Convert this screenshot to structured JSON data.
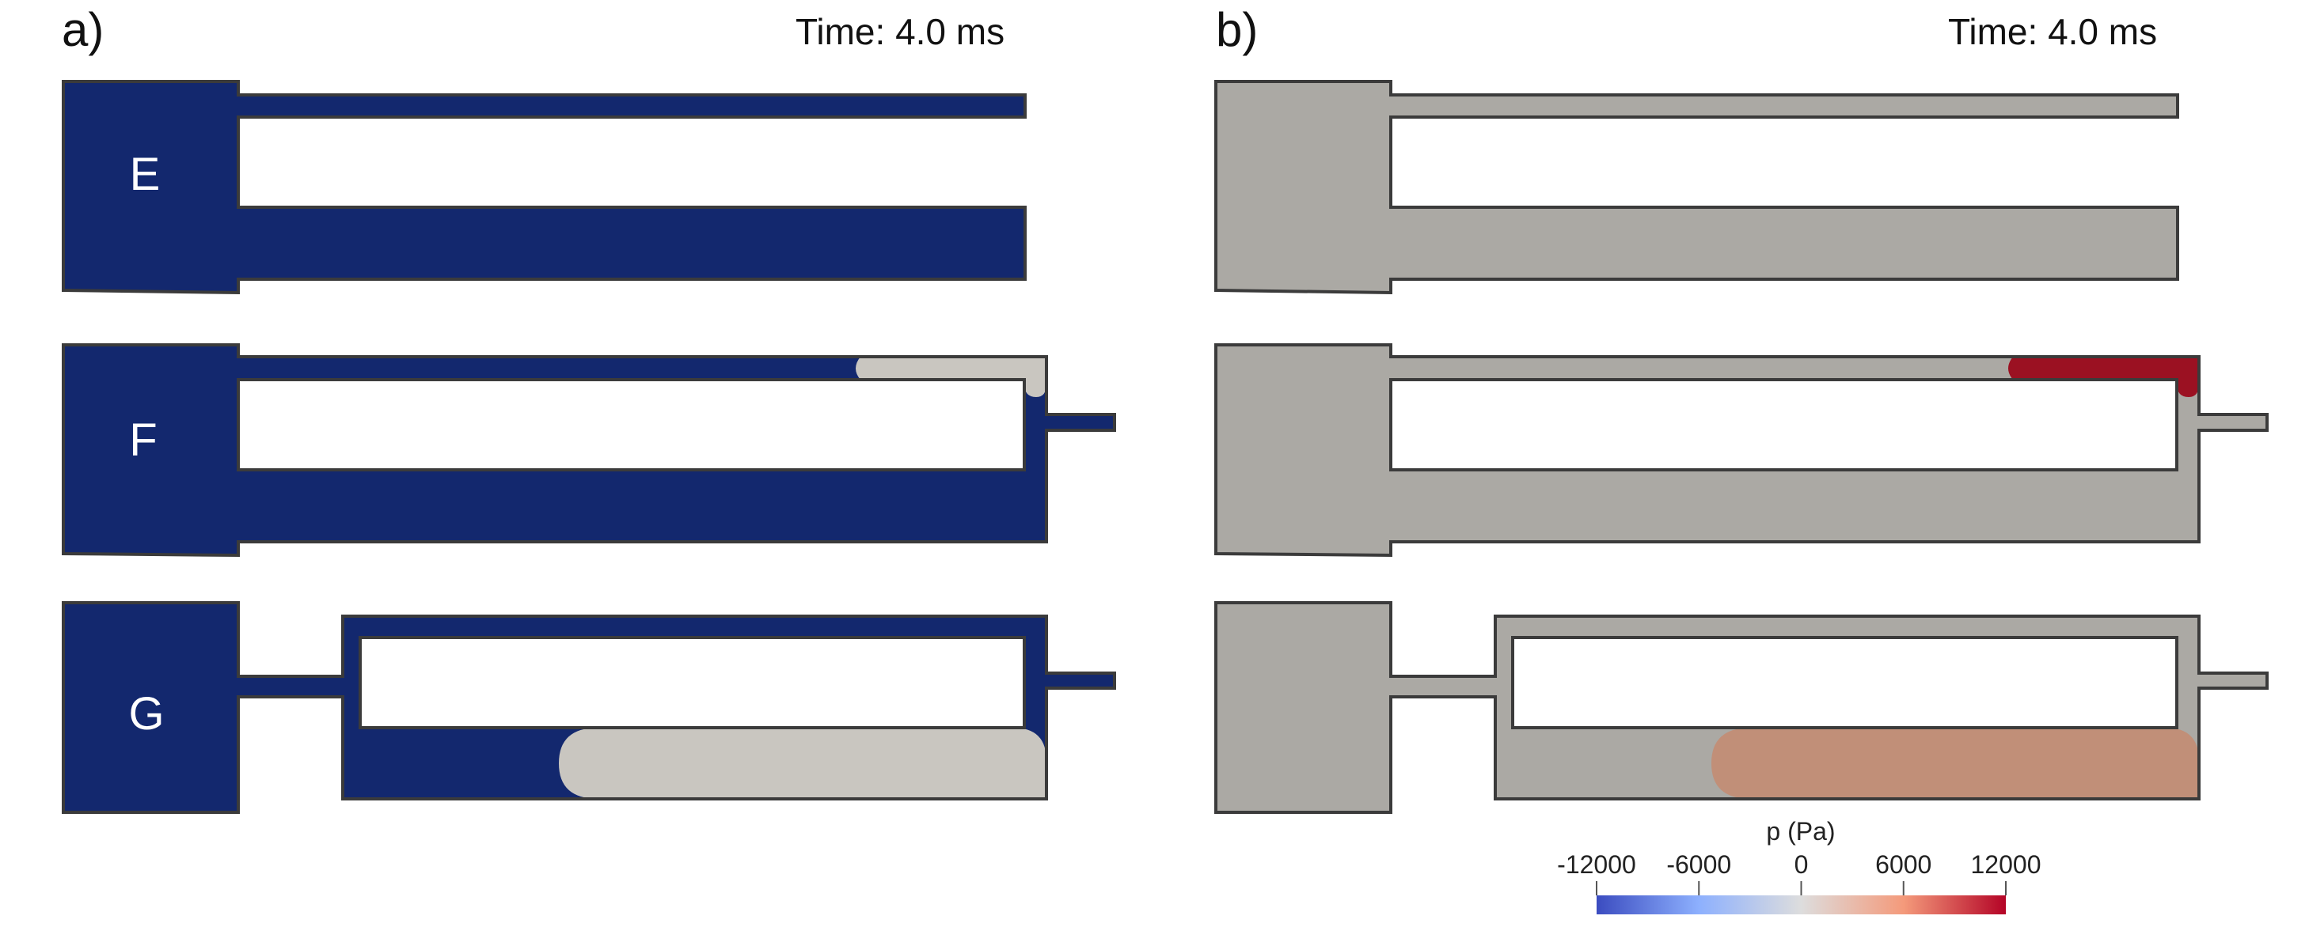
{
  "panels": [
    {
      "id": "a",
      "letter": "a)",
      "time_label": "Time: 4.0 ms"
    },
    {
      "id": "b",
      "letter": "b)",
      "time_label": "Time: 4.0 ms"
    }
  ],
  "rows": [
    {
      "id": "E",
      "label": "E"
    },
    {
      "id": "F",
      "label": "F"
    },
    {
      "id": "G",
      "label": "G"
    }
  ],
  "colors": {
    "fluid_a": "#13286e",
    "fluid_b": "#c9c6c0",
    "pressure_zero": "#aba9a4",
    "pressure_high_red": "#9b1122",
    "pressure_moderate": "#c18f78",
    "outline": "#3b3b3b"
  },
  "colorbar": {
    "title": "p (Pa)",
    "min": -12000,
    "max": 12000,
    "ticks": [
      "-12000",
      "-6000",
      "0",
      "6000",
      "12000"
    ],
    "stops": [
      "#3b4cc0",
      "#8db0fe",
      "#dddddd",
      "#f49a7b",
      "#b40426"
    ]
  }
}
